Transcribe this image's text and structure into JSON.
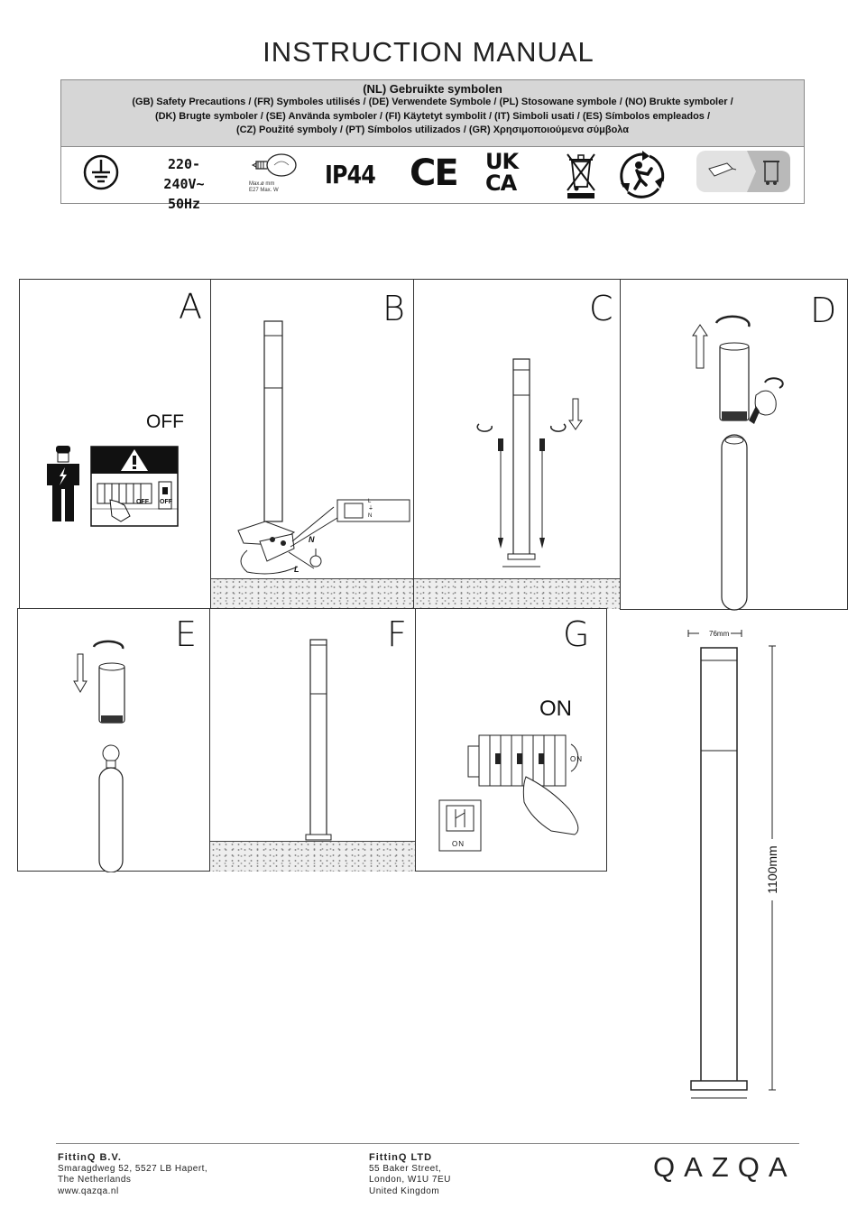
{
  "title": "INSTRUCTION MANUAL",
  "symbols": {
    "heading": "(NL) Gebruikte symbolen",
    "lines": [
      "(GB) Safety Precautions / (FR) Symboles utilisés / (DE) Verwendete Symbole / (PL) Stosowane symbole / (NO) Brukte symboler /",
      "(DK) Brugte symboler / (SE) Använda symboler / (FI) Käytetyt symbolit / (IT) Simboli usati / (ES) Símbolos empleados /",
      "(CZ) Použité symboly / (PT) Símbolos utilizados / (GR) Χρησιμοποιούμενα σύμβολα"
    ],
    "voltage": "220-240V~",
    "frequency": "50Hz",
    "bulb_line1": "Max.ø      mm",
    "bulb_line2": "E27 Max.    W",
    "ip_rating": "IP44",
    "ce": "CE",
    "ukca_top": "UK",
    "ukca_bottom": "CA",
    "icon_names": [
      "ground-icon",
      "bulb-icon",
      "weee-bin-icon",
      "recycle-icon",
      "recycle-container-icon"
    ]
  },
  "panels": {
    "a": {
      "label": "A",
      "text": "OFF",
      "breaker_off1": "OFF",
      "breaker_off2": "OFF"
    },
    "b": {
      "label": "B",
      "n": "N",
      "l": "L",
      "term_l": "L",
      "term_n": "N",
      "term_e": "⏚"
    },
    "c": {
      "label": "C"
    },
    "d": {
      "label": "D"
    },
    "e": {
      "label": "E"
    },
    "f": {
      "label": "F"
    },
    "g": {
      "label": "G",
      "text": "ON",
      "dial": "ON",
      "switch": "ON"
    }
  },
  "dimensions": {
    "width": "76mm",
    "height": "1100mm"
  },
  "footer": {
    "nl": {
      "name": "FittinQ B.V.",
      "l1": "Smaragdweg 52, 5527 LB Hapert,",
      "l2": "The Netherlands",
      "l3": "www.qazqa.nl"
    },
    "uk": {
      "name": "FittinQ LTD",
      "l1": "55 Baker Street,",
      "l2": "London, W1U 7EU",
      "l3": "United Kingdom"
    },
    "logo": "QAZQA"
  }
}
